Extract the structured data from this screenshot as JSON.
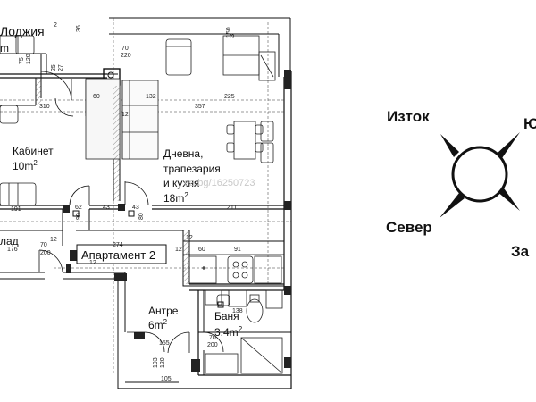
{
  "rooms": {
    "loggia": {
      "name": "Лоджия",
      "area": "m"
    },
    "cabinet": {
      "name": "Кабинет",
      "area": "10m",
      "sup": "2"
    },
    "living": {
      "line1": "Дневна,",
      "line2": "трапезария",
      "line3": "и кухня",
      "area": "18m",
      "sup": "2"
    },
    "hall": {
      "name": "Антре",
      "area": "6m",
      "sup": "2"
    },
    "bath": {
      "name": "Баня",
      "area": "3.4m",
      "sup": "2"
    },
    "partial": {
      "name": "лад"
    }
  },
  "apartment_label": "Апартамент 2",
  "watermark": "ea.bg/16250723",
  "compass": {
    "east": "Изток",
    "south_partial": "Ю",
    "north": "Север",
    "west_partial": "За"
  },
  "dimensions": {
    "d36": "36",
    "d2": "2",
    "d70a": "70",
    "d220a": "220",
    "d3": "3",
    "d150": "150",
    "d75": "75",
    "d120": "120",
    "d25": "25",
    "d27": "27",
    "d310": "310",
    "d132": "132",
    "d357": "357",
    "d225": "225",
    "d12a": "12",
    "d60": "60",
    "d191": "191",
    "d43a": "43",
    "d43b": "43",
    "d62": "62",
    "d12b": "12",
    "d90": "90",
    "d80": "80",
    "d211": "211",
    "d12c": "12",
    "d70b": "70",
    "d200a": "200",
    "d176": "176",
    "d274": "274",
    "d12d": "12",
    "d60b": "60",
    "d91": "91",
    "d138": "138",
    "d155": "155",
    "d70c": "70",
    "d200b": "200",
    "d105": "105",
    "d193": "193",
    "d120b": "120",
    "d12e": "12"
  }
}
